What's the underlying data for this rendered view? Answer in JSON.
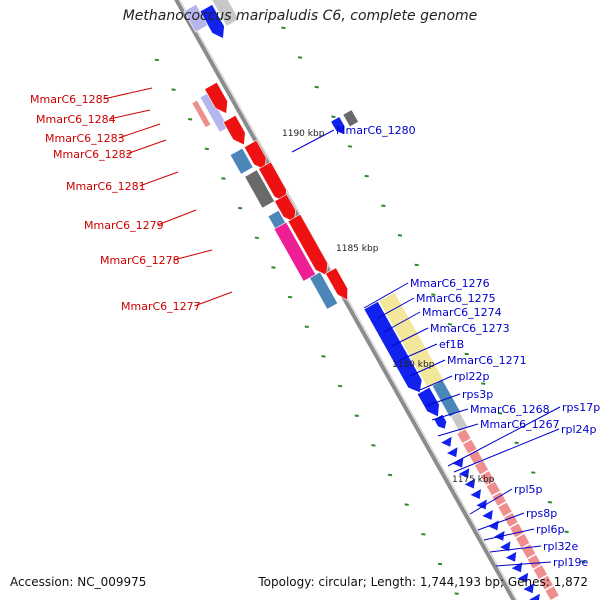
{
  "title": "Methanococcus maripaludis C6, complete genome",
  "accession": "Accession: NC_009975",
  "topology": "Topology: circular; Length: 1,744,193 bp; Genes: 1,872",
  "colors": {
    "backbone": "#8c8c8c",
    "tick": "#2a8a2a",
    "left_label": "#cc0000",
    "right_label": "#0000cc",
    "red": "#ee1111",
    "blue": "#1122ee",
    "steel": "#4a86b8",
    "gray": "#6a6a6a",
    "light_gray": "#c8c8c8",
    "pink": "#ee1f95",
    "yellow": "#f2e79a",
    "salmon": "#ef8e8e",
    "lavender": "#b6b6ee"
  },
  "scale_labels": [
    "1190 kbp",
    "1185 kbp",
    "1180 kbp",
    "1175 kbp"
  ],
  "left_genes": [
    "MmarC6_1285",
    "MmarC6_1284",
    "MmarC6_1283",
    "MmarC6_1282",
    "MmarC6_1281",
    "MmarC6_1279",
    "MmarC6_1278",
    "MmarC6_1277"
  ],
  "right_genes": [
    "MmarC6_1280",
    "MmarC6_1276",
    "MmarC6_1275",
    "MmarC6_1274",
    "MmarC6_1273",
    "ef1B",
    "MmarC6_1271",
    "rpl22p",
    "rps3p",
    "MmarC6_1268",
    "MmarC6_1267",
    "rps17p",
    "rpl24p",
    "rpl5p",
    "rps8p",
    "rpl6p",
    "rpl32e",
    "rpl19e"
  ]
}
